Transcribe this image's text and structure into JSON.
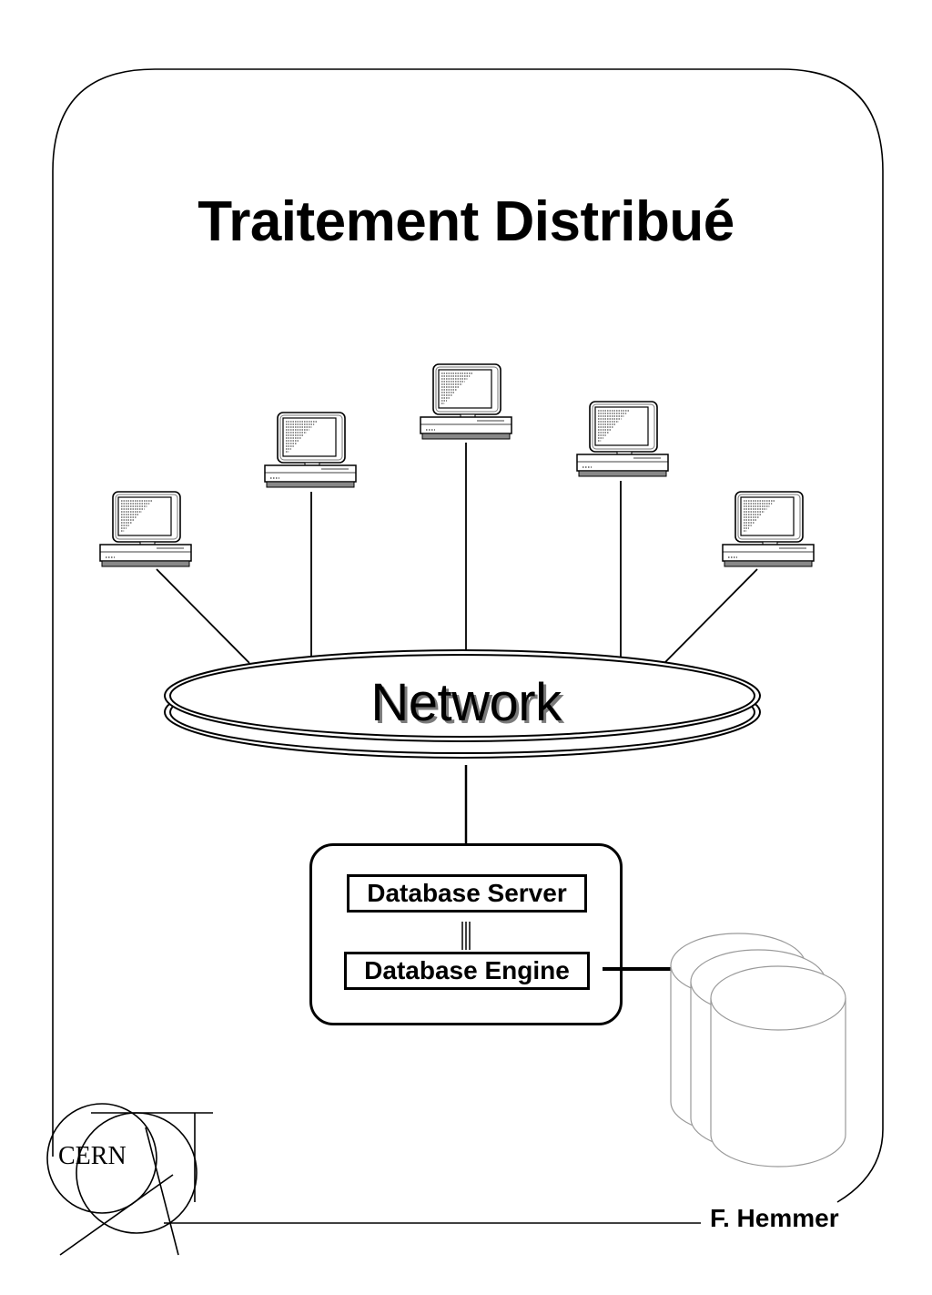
{
  "title": "Traitement Distribué",
  "network": {
    "label": "Network"
  },
  "server": {
    "upper_label": "Database Server",
    "lower_label": "Database Engine"
  },
  "computers": [
    {
      "name": "workstation-1"
    },
    {
      "name": "workstation-2"
    },
    {
      "name": "workstation-3"
    },
    {
      "name": "workstation-4"
    },
    {
      "name": "workstation-5"
    }
  ],
  "logo": {
    "text": "CERN"
  },
  "footer": {
    "author": "F. Hemmer"
  }
}
